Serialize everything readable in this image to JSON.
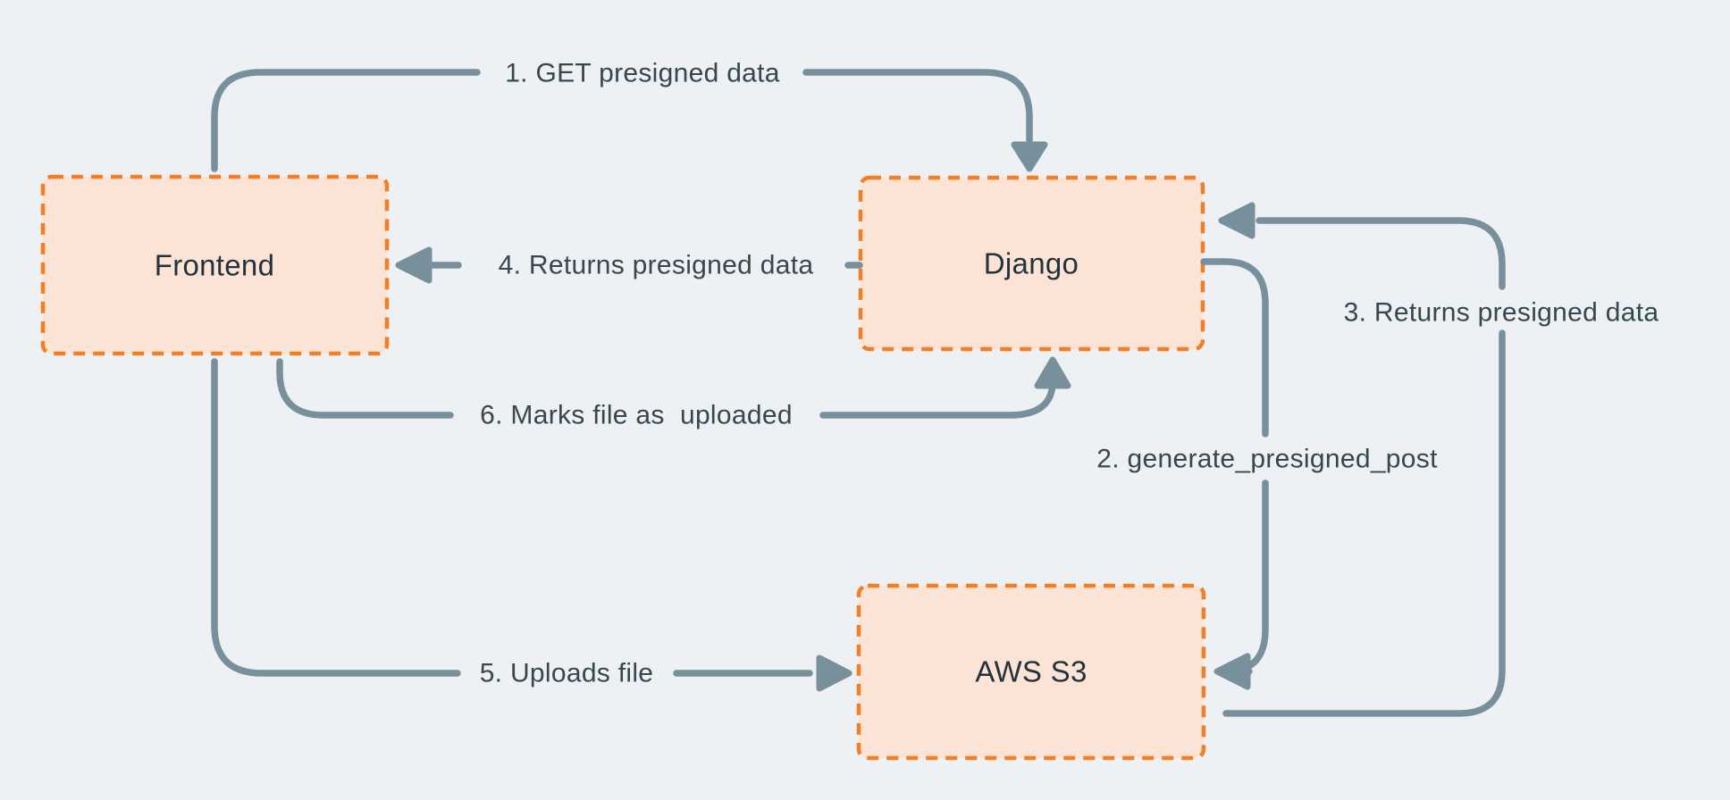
{
  "canvas": {
    "background": "#EDF1F4"
  },
  "colors": {
    "box_fill": "#FBE4D5",
    "box_border": "#F57D23",
    "arrow": "#78909C",
    "edge_label_text": "#37474F",
    "node_label_text": "#24323C"
  },
  "nodes": [
    {
      "id": "frontend",
      "label": "Frontend"
    },
    {
      "id": "django",
      "label": "Django"
    },
    {
      "id": "aws-s3",
      "label": "AWS S3"
    }
  ],
  "edges": [
    {
      "id": "1",
      "label": "1. GET presigned data",
      "from": "Frontend",
      "to": "Django"
    },
    {
      "id": "2",
      "label": "2. generate_presigned_post",
      "from": "Django",
      "to": "AWS S3"
    },
    {
      "id": "3",
      "label": "3. Returns presigned data",
      "from": "AWS S3",
      "to": "Django"
    },
    {
      "id": "4",
      "label": "4. Returns presigned data",
      "from": "Django",
      "to": "Frontend"
    },
    {
      "id": "5",
      "label": "5. Uploads file",
      "from": "Frontend",
      "to": "AWS S3"
    },
    {
      "id": "6",
      "label": "6. Marks file as  uploaded",
      "from": "Frontend",
      "to": "Django"
    }
  ]
}
